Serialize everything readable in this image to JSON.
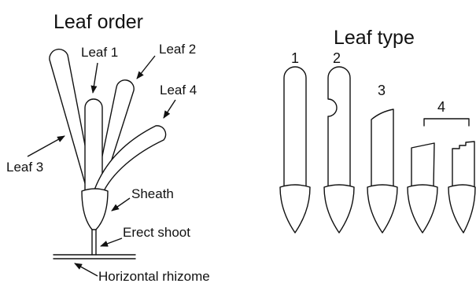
{
  "left_panel": {
    "title": "Leaf order",
    "labels": {
      "leaf1": "Leaf 1",
      "leaf2": "Leaf 2",
      "leaf3": "Leaf 3",
      "leaf4": "Leaf 4",
      "sheath": "Sheath",
      "erect_shoot": "Erect shoot",
      "rhizome": "Horizontal rhizome"
    }
  },
  "right_panel": {
    "title": "Leaf type",
    "types": [
      {
        "number": "1",
        "tip": "rounded intact tip"
      },
      {
        "number": "2",
        "tip": "rounded tip with notch"
      },
      {
        "number": "3",
        "tip": "damaged curved tip"
      },
      {
        "number": "4",
        "tip": "truncated tips"
      }
    ]
  },
  "colors": {
    "ink": "#111111",
    "background": "#ffffff"
  }
}
